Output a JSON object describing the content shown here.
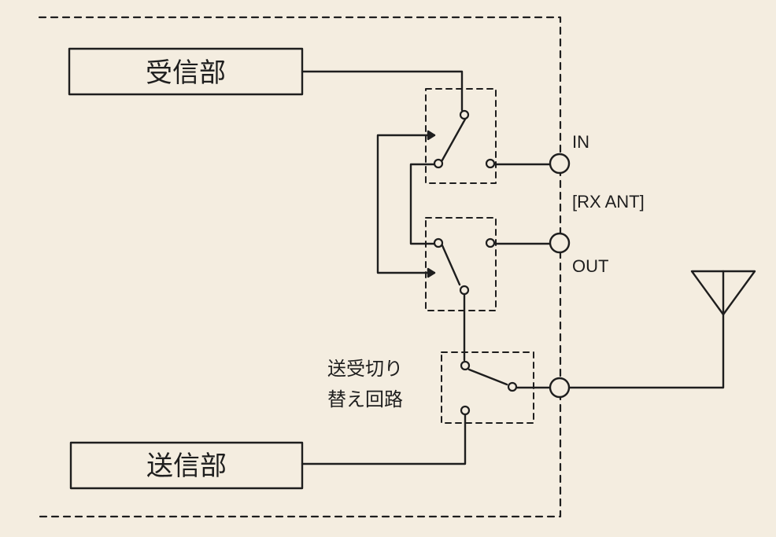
{
  "blocks": {
    "receiver": "受信部",
    "transmitter": "送信部"
  },
  "ports": {
    "in": "IN",
    "rx_ant": "[RX ANT]",
    "out": "OUT"
  },
  "switch_label": {
    "line1": "送受切り",
    "line2": "替え回路"
  },
  "colors": {
    "background": "#f4ede0",
    "line": "#1e1e1e"
  },
  "icons": [
    "antenna-icon",
    "terminal-circle-icon",
    "switch-contact-icon"
  ]
}
